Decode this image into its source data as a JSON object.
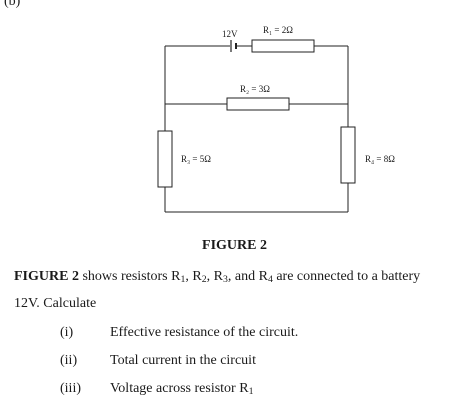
{
  "part_label": "(b)",
  "circuit": {
    "battery_label": "12V",
    "r1_label": "R₁ = 2Ω",
    "r2_label": "R₂ = 3Ω",
    "r3_label": "R₃ = 5Ω",
    "r4_label": "R₄ = 8Ω"
  },
  "figure_caption": "FIGURE 2",
  "text": {
    "fig_ref": "FIGURE 2",
    "line1_a": " shows resistors R",
    "sub1": "1",
    "sep1": ", R",
    "sub2": "2",
    "sep2": ", R",
    "sub3": "3",
    "sep3": ", and R",
    "sub4": "4",
    "line1_b": " are connected to a battery",
    "line2": "12V. Calculate"
  },
  "questions": [
    {
      "num": "(i)",
      "text": "Effective resistance of the circuit."
    },
    {
      "num": "(ii)",
      "text": "Total current in the circuit"
    },
    {
      "num": "(iii)",
      "text": "Voltage across resistor R",
      "sub": "1"
    }
  ]
}
